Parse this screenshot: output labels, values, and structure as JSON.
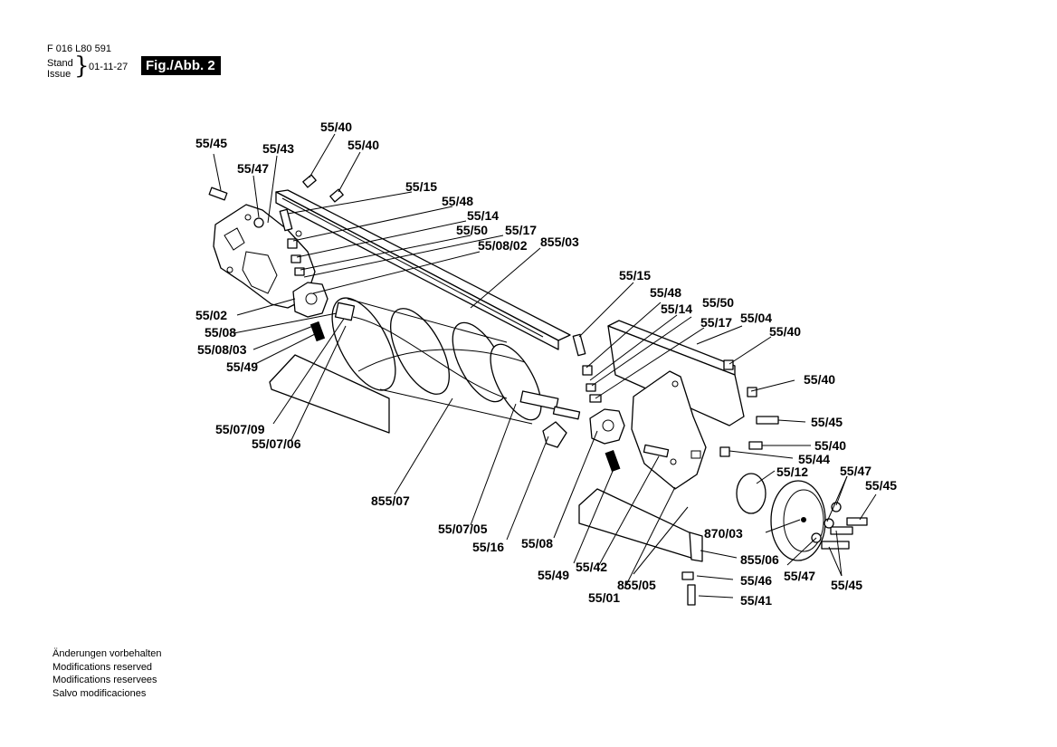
{
  "header": {
    "doc_number": "F 016 L80 591",
    "stand_label": "Stand",
    "issue_label": "Issue",
    "date": "01-11-27",
    "figure_label": "Fig./Abb. 2"
  },
  "callouts": [
    {
      "id": "c01",
      "text": "55/45"
    },
    {
      "id": "c02",
      "text": "55/40"
    },
    {
      "id": "c03",
      "text": "55/43"
    },
    {
      "id": "c04",
      "text": "55/40"
    },
    {
      "id": "c05",
      "text": "55/47"
    },
    {
      "id": "c06",
      "text": "55/15"
    },
    {
      "id": "c07",
      "text": "55/48"
    },
    {
      "id": "c08",
      "text": "55/14"
    },
    {
      "id": "c09",
      "text": "55/50"
    },
    {
      "id": "c10",
      "text": "55/17"
    },
    {
      "id": "c11",
      "text": "55/08/02"
    },
    {
      "id": "c12",
      "text": "855/03"
    },
    {
      "id": "c13",
      "text": "55/02"
    },
    {
      "id": "c14",
      "text": "55/08"
    },
    {
      "id": "c15",
      "text": "55/08/03"
    },
    {
      "id": "c16",
      "text": "55/49"
    },
    {
      "id": "c17",
      "text": "55/07/09"
    },
    {
      "id": "c18",
      "text": "55/07/06"
    },
    {
      "id": "c19",
      "text": "855/07"
    },
    {
      "id": "c20",
      "text": "55/15"
    },
    {
      "id": "c21",
      "text": "55/48"
    },
    {
      "id": "c22",
      "text": "55/50"
    },
    {
      "id": "c23",
      "text": "55/14"
    },
    {
      "id": "c24",
      "text": "55/17"
    },
    {
      "id": "c25",
      "text": "55/04"
    },
    {
      "id": "c26",
      "text": "55/40"
    },
    {
      "id": "c27",
      "text": "55/40"
    },
    {
      "id": "c28",
      "text": "55/45"
    },
    {
      "id": "c29",
      "text": "55/40"
    },
    {
      "id": "c30",
      "text": "55/44"
    },
    {
      "id": "c31",
      "text": "55/12"
    },
    {
      "id": "c32",
      "text": "55/47"
    },
    {
      "id": "c33",
      "text": "55/45"
    },
    {
      "id": "c34",
      "text": "870/03"
    },
    {
      "id": "c35",
      "text": "855/06"
    },
    {
      "id": "c36",
      "text": "55/47"
    },
    {
      "id": "c37",
      "text": "55/46"
    },
    {
      "id": "c38",
      "text": "55/45"
    },
    {
      "id": "c39",
      "text": "55/41"
    },
    {
      "id": "c40",
      "text": "55/07/05"
    },
    {
      "id": "c41",
      "text": "55/16"
    },
    {
      "id": "c42",
      "text": "55/08"
    },
    {
      "id": "c43",
      "text": "55/42"
    },
    {
      "id": "c44",
      "text": "55/49"
    },
    {
      "id": "c45",
      "text": "855/05"
    },
    {
      "id": "c46",
      "text": "55/01"
    }
  ],
  "notes": [
    "Änderungen vorbehalten",
    "Modifications reserved",
    "Modifications reservees",
    "Salvo modificaciones"
  ]
}
